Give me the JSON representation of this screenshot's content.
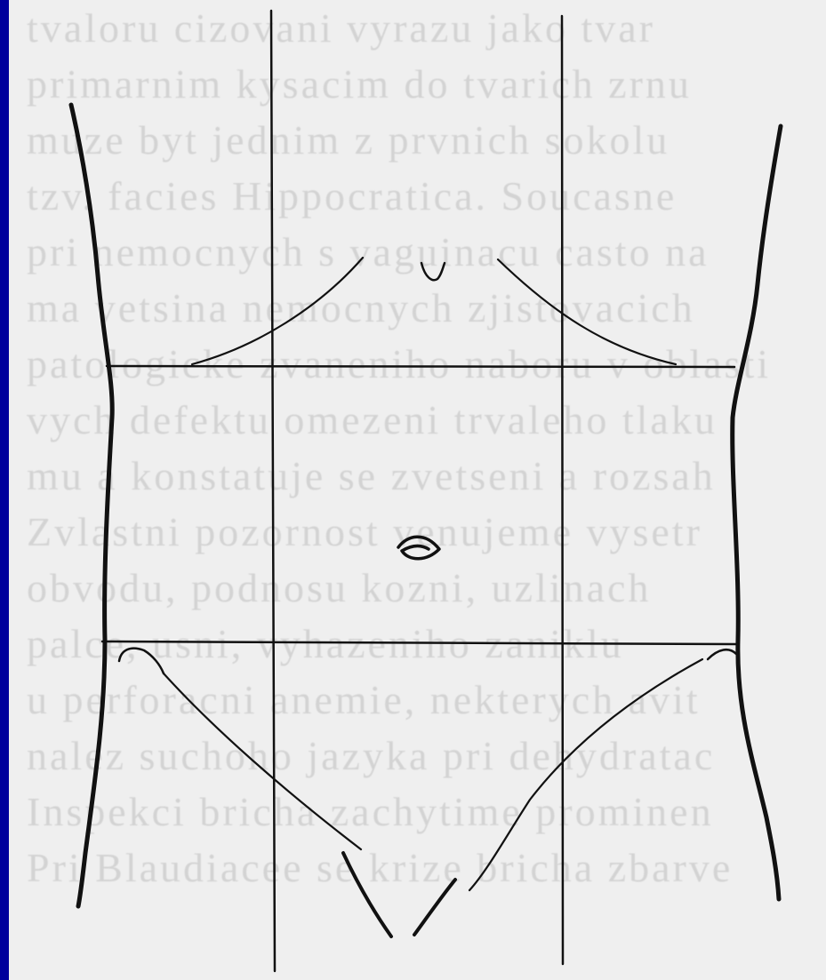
{
  "background_text": {
    "lines": [
      "tvaloru cizovani vyrazu jako tvar",
      "primarnim kysacim do tvarich zrnu",
      "muze byt jednim z prvnich sokolu",
      "tzv. facies Hippocratica. Soucasne",
      "pri nemocnych s vaguinacu casto na",
      "ma vetsina nemocnych zjistovacich",
      "patologicke zvaneniho naboru v oblasti",
      "vych defektu omezeni trvaleho tlaku",
      "mu a konstatuje se zvetseni a rozsah",
      "Zvlastni pozornost venujeme vysetr",
      "obvodu, podnosu kozni, uzlinach",
      "palce, usni, vyhazeniho zaniklu",
      "u perforacni anemie, nekterych avit",
      "nalez suchoho jazyka pri dehydratac",
      "Inspekci bricha zachytime prominen",
      "Pri Blaudiacee se krize bricha zbarve"
    ]
  },
  "colors": {
    "frame": "#0000a0",
    "paper": "#efefef",
    "ink": "#111111",
    "faint_text": "#bdbdbd"
  }
}
